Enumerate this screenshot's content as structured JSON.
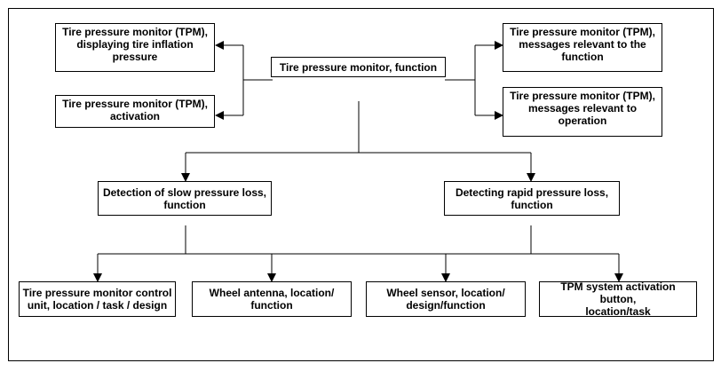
{
  "diagram": {
    "root": "Tire pressure monitor, function",
    "left_top": "Tire pressure monitor (TPM),\ndisplaying tire inflation\npressure",
    "left_bottom": "Tire pressure monitor (TPM),\nactivation",
    "right_top": "Tire pressure monitor (TPM),\nmessages relevant to the\nfunction",
    "right_bottom": "Tire pressure monitor (TPM),\nmessages relevant to\noperation",
    "slow_loss": "Detection of slow pressure loss,\nfunction",
    "rapid_loss": "Detecting rapid pressure loss,\nfunction",
    "control_unit": "Tire pressure monitor control\nunit, location / task / design",
    "wheel_antenna": "Wheel antenna, location/\nfunction",
    "wheel_sensor": "Wheel sensor, location/\ndesign/function",
    "activation_button": "TPM system activation button,\nlocation/task"
  }
}
